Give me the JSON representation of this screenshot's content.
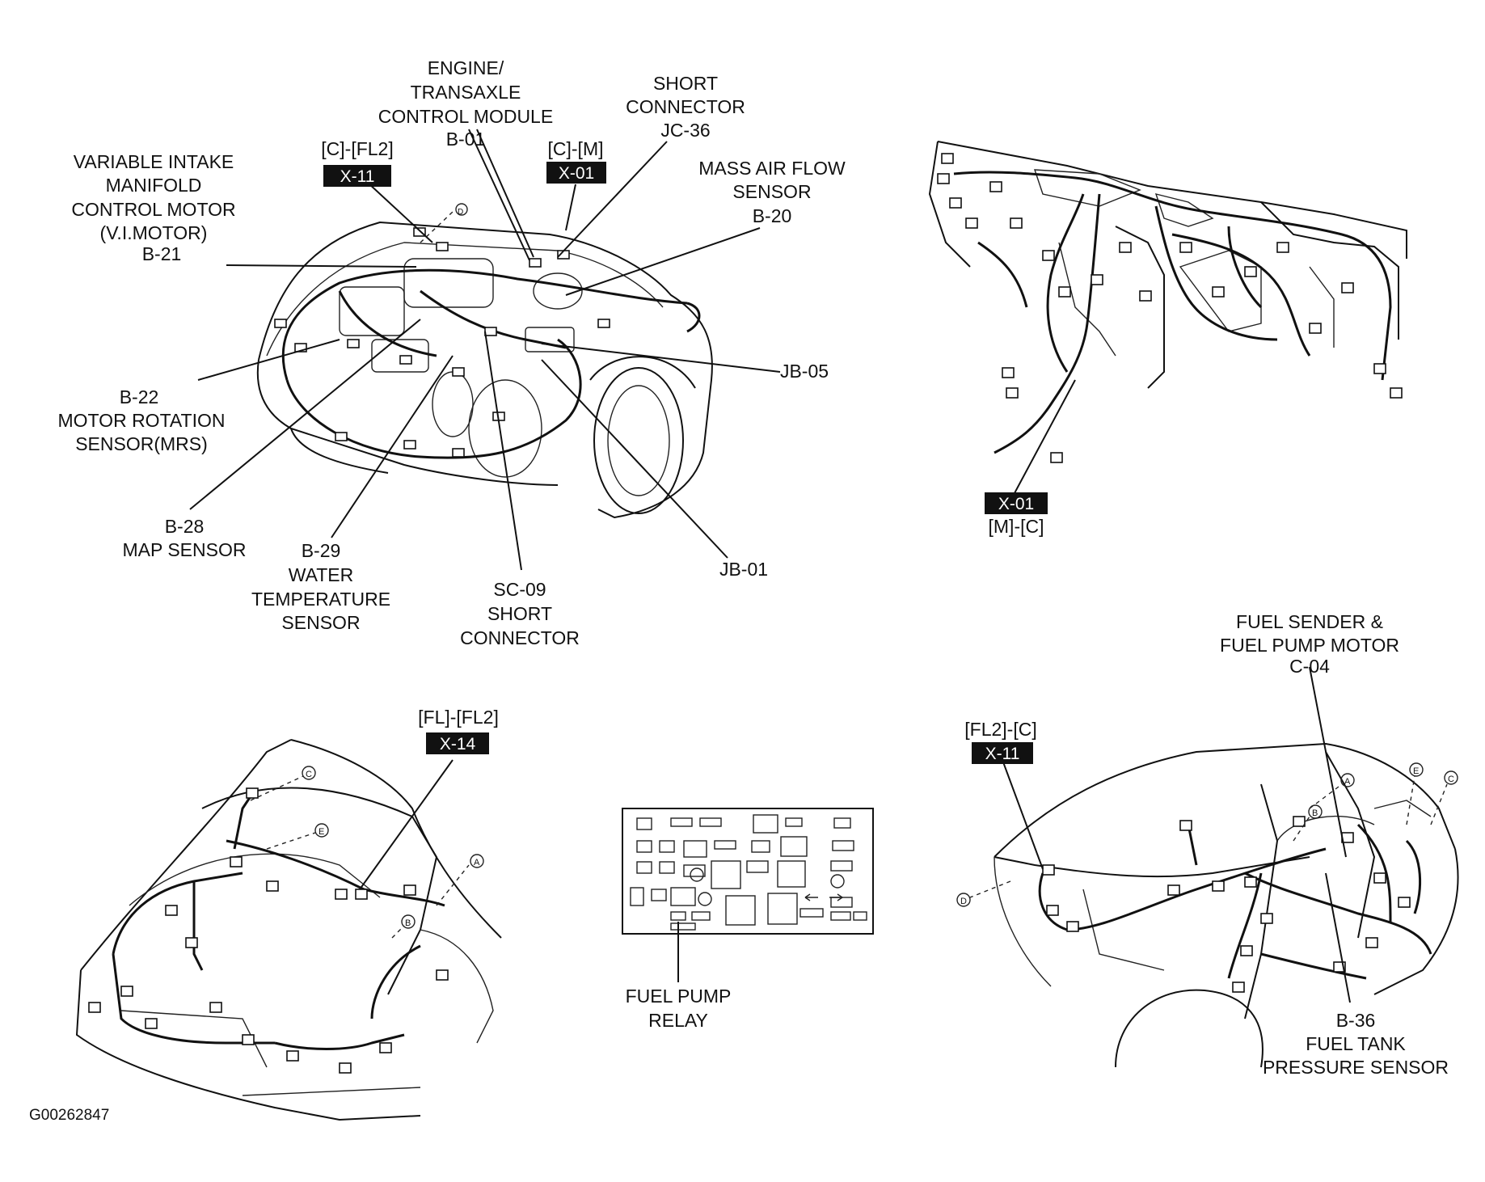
{
  "labels": {
    "ecm": [
      "ENGINE/",
      "TRANSAXLE",
      "CONTROL MODULE",
      "B-01"
    ],
    "short_jc36": [
      "SHORT",
      "CONNECTOR",
      "JC-36"
    ],
    "cfl2": "[C]-[FL2]",
    "cm": "[C]-[M]",
    "x11_a": "X-11",
    "x01_a": "X-01",
    "vim": [
      "VARIABLE INTAKE",
      "MANIFOLD",
      "CONTROL MOTOR",
      "(V.I.MOTOR)",
      "B-21"
    ],
    "maf": [
      "MASS AIR FLOW",
      "SENSOR",
      "B-20"
    ],
    "jb05": "JB-05",
    "mrs": [
      "B-22",
      "MOTOR ROTATION",
      "SENSOR(MRS)"
    ],
    "map": [
      "B-28",
      "MAP SENSOR"
    ],
    "water": [
      "B-29",
      "WATER",
      "TEMPERATURE",
      "SENSOR"
    ],
    "sc09": [
      "SC-09",
      "SHORT",
      "CONNECTOR"
    ],
    "jb01": "JB-01",
    "x01_b": "X-01",
    "mc": "[M]-[C]",
    "flfl2": "[FL]-[FL2]",
    "x14": "X-14",
    "fuel_relay": [
      "FUEL PUMP",
      "RELAY"
    ],
    "fuel_sender": [
      "FUEL SENDER &",
      "FUEL PUMP MOTOR",
      "C-04"
    ],
    "fl2c": "[FL2]-[C]",
    "x11_b": "X-11",
    "b36": [
      "B-36",
      "FUEL TANK",
      "PRESSURE SENSOR"
    ],
    "code": "G00262847"
  },
  "markers": {
    "a": "A",
    "b": "B",
    "c": "C",
    "d": "D",
    "e": "E"
  }
}
